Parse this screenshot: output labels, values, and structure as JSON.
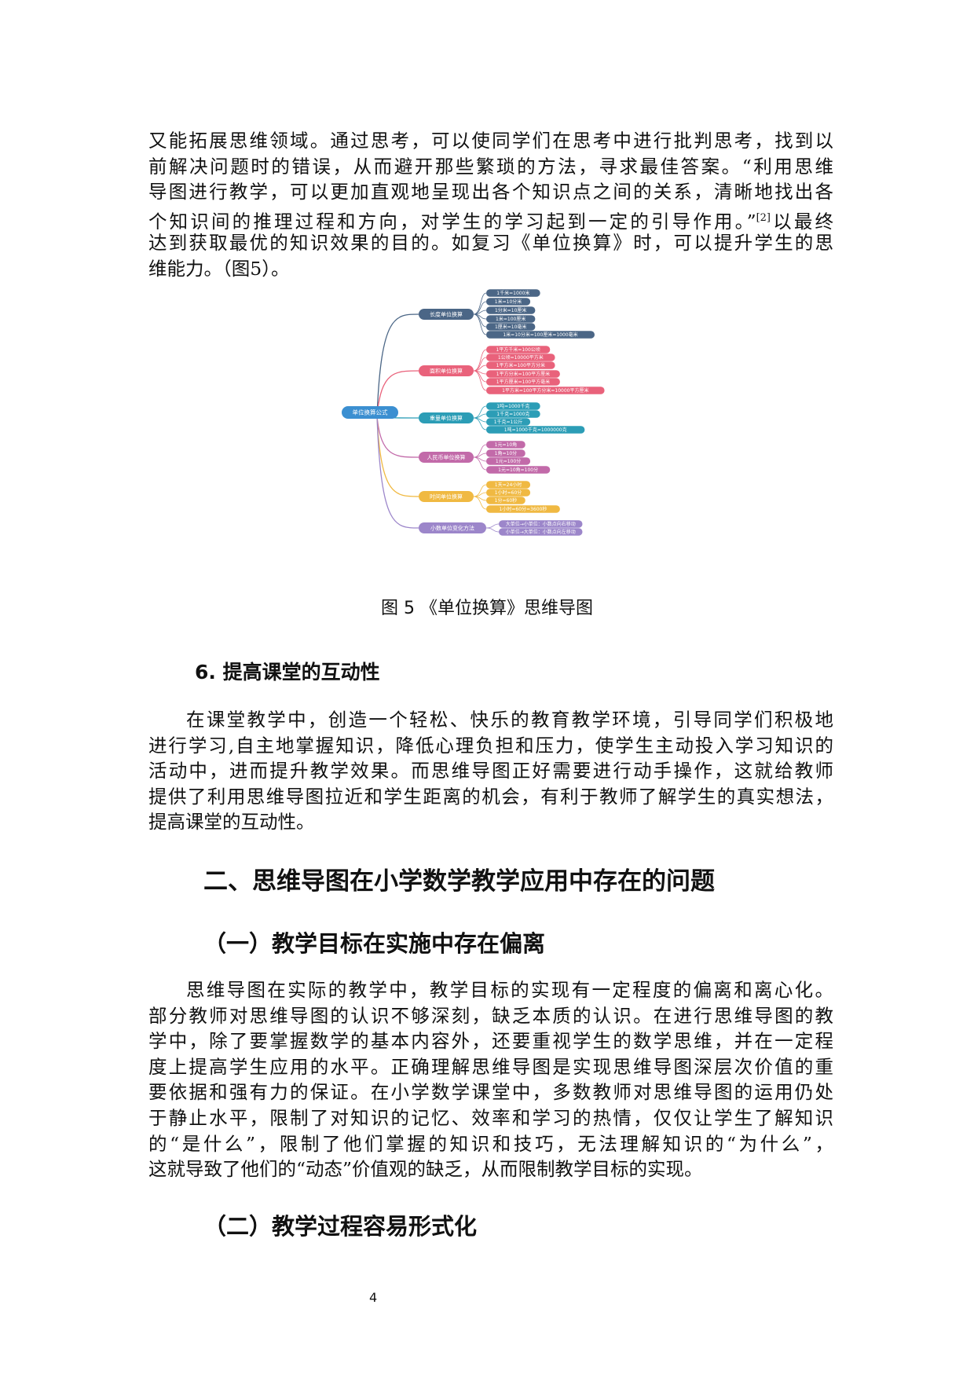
{
  "para1": [
    "又能拓展思维领域。通过思考，可以使同学们在思考中进行批判思考，找到以",
    "前解决问题时的错误，从而避开那些繁琐的方法，寻求最佳答案。“利用思维",
    "导图进行教学，可以更加直观地呈现出各个知识点之间的关系，清晰地找出各",
    "个知识间的推理过程和方向，对学生的学习起到一定的引导作用。”",
    "达到获取最优的知识效果的目的。如复习《单位换算》时，可以提升学生的思",
    "维能力。（图5）。"
  ],
  "para1_ref": "[2]",
  "para1_line4_tail": "以最终",
  "figure": {
    "caption": "图 5 《单位换算》思维导图",
    "root": "单位换算公式",
    "root_color": "#3b8fd1",
    "branches": [
      {
        "label": "长度单位换算",
        "color": "#4b6686",
        "leaves": [
          "1千米=1000米",
          "1米=10分米",
          "1分米=10厘米",
          "1米=100厘米",
          "1厘米=10毫米",
          "1米=10分米=100厘米=1000毫米"
        ]
      },
      {
        "label": "面积单位换算",
        "color": "#e9627b",
        "leaves": [
          "1平方千米=100公顷",
          "1公顷=10000平方米",
          "1平方米=100平方分米",
          "1平方分米=100平方厘米",
          "1平方厘米=100平方毫米",
          "1平方米=100平方分米=10000平方厘米"
        ]
      },
      {
        "label": "重量单位换算",
        "color": "#2c9db6",
        "leaves": [
          "1吨=1000千克",
          "1千克=1000克",
          "1千克=1公斤",
          "1吨=1000千克=1000000克"
        ]
      },
      {
        "label": "人民币单位换算",
        "color": "#c26aa9",
        "leaves": [
          "1元=10角",
          "1角=10分",
          "1元=100分",
          "1元=10角=100分"
        ]
      },
      {
        "label": "时间单位换算",
        "color": "#f0b942",
        "leaves": [
          "1天=24小时",
          "1小时=60分",
          "1分=60秒",
          "1小时=60分=3600秒"
        ]
      },
      {
        "label": "小数单位变化方法",
        "color": "#9c86ca",
        "leaves": [
          "大单位→小单位：小数点向右移动",
          "小单位→大单位：小数点向左移动"
        ]
      }
    ]
  },
  "heading6": "6. 提高课堂的互动性",
  "para2": [
    "在课堂教学中，创造一个轻松、快乐的教育教学环境，引导同学们积极地",
    "进行学习,自主地掌握知识，降低心理负担和压力，使学生主动投入学习知识的",
    "活动中，进而提升教学效果。而思维导图正好需要进行动手操作，这就给教师",
    "提供了利用思维导图拉近和学生距离的机会，有利于教师了解学生的真实想法，",
    "提高课堂的互动性。"
  ],
  "section2": "二、思维导图在小学数学教学应用中存在的问题",
  "sub1": "（一）教学目标在实施中存在偏离",
  "para3": [
    "思维导图在实际的教学中，教学目标的实现有一定程度的偏离和离心化。",
    "部分教师对思维导图的认识不够深刻，缺乏本质的认识。在进行思维导图的教",
    "学中，除了要掌握数学的基本内容外，还要重视学生的数学思维，并在一定程",
    "度上提高学生应用的水平。正确理解思维导图是实现思维导图深层次价值的重",
    "要依据和强有力的保证。在小学数学课堂中，多数教师对思维导图的运用仍处",
    "于静止水平，限制了对知识的记忆、效率和学习的热情，仅仅让学生了解知识",
    "的“是什么”，限制了他们掌握的知识和技巧，无法理解知识的“为什么”，",
    "这就导致了他们的“动态”价值观的缺乏，从而限制教学目标的实现。"
  ],
  "sub2": "（二）教学过程容易形式化",
  "page_number": "4"
}
